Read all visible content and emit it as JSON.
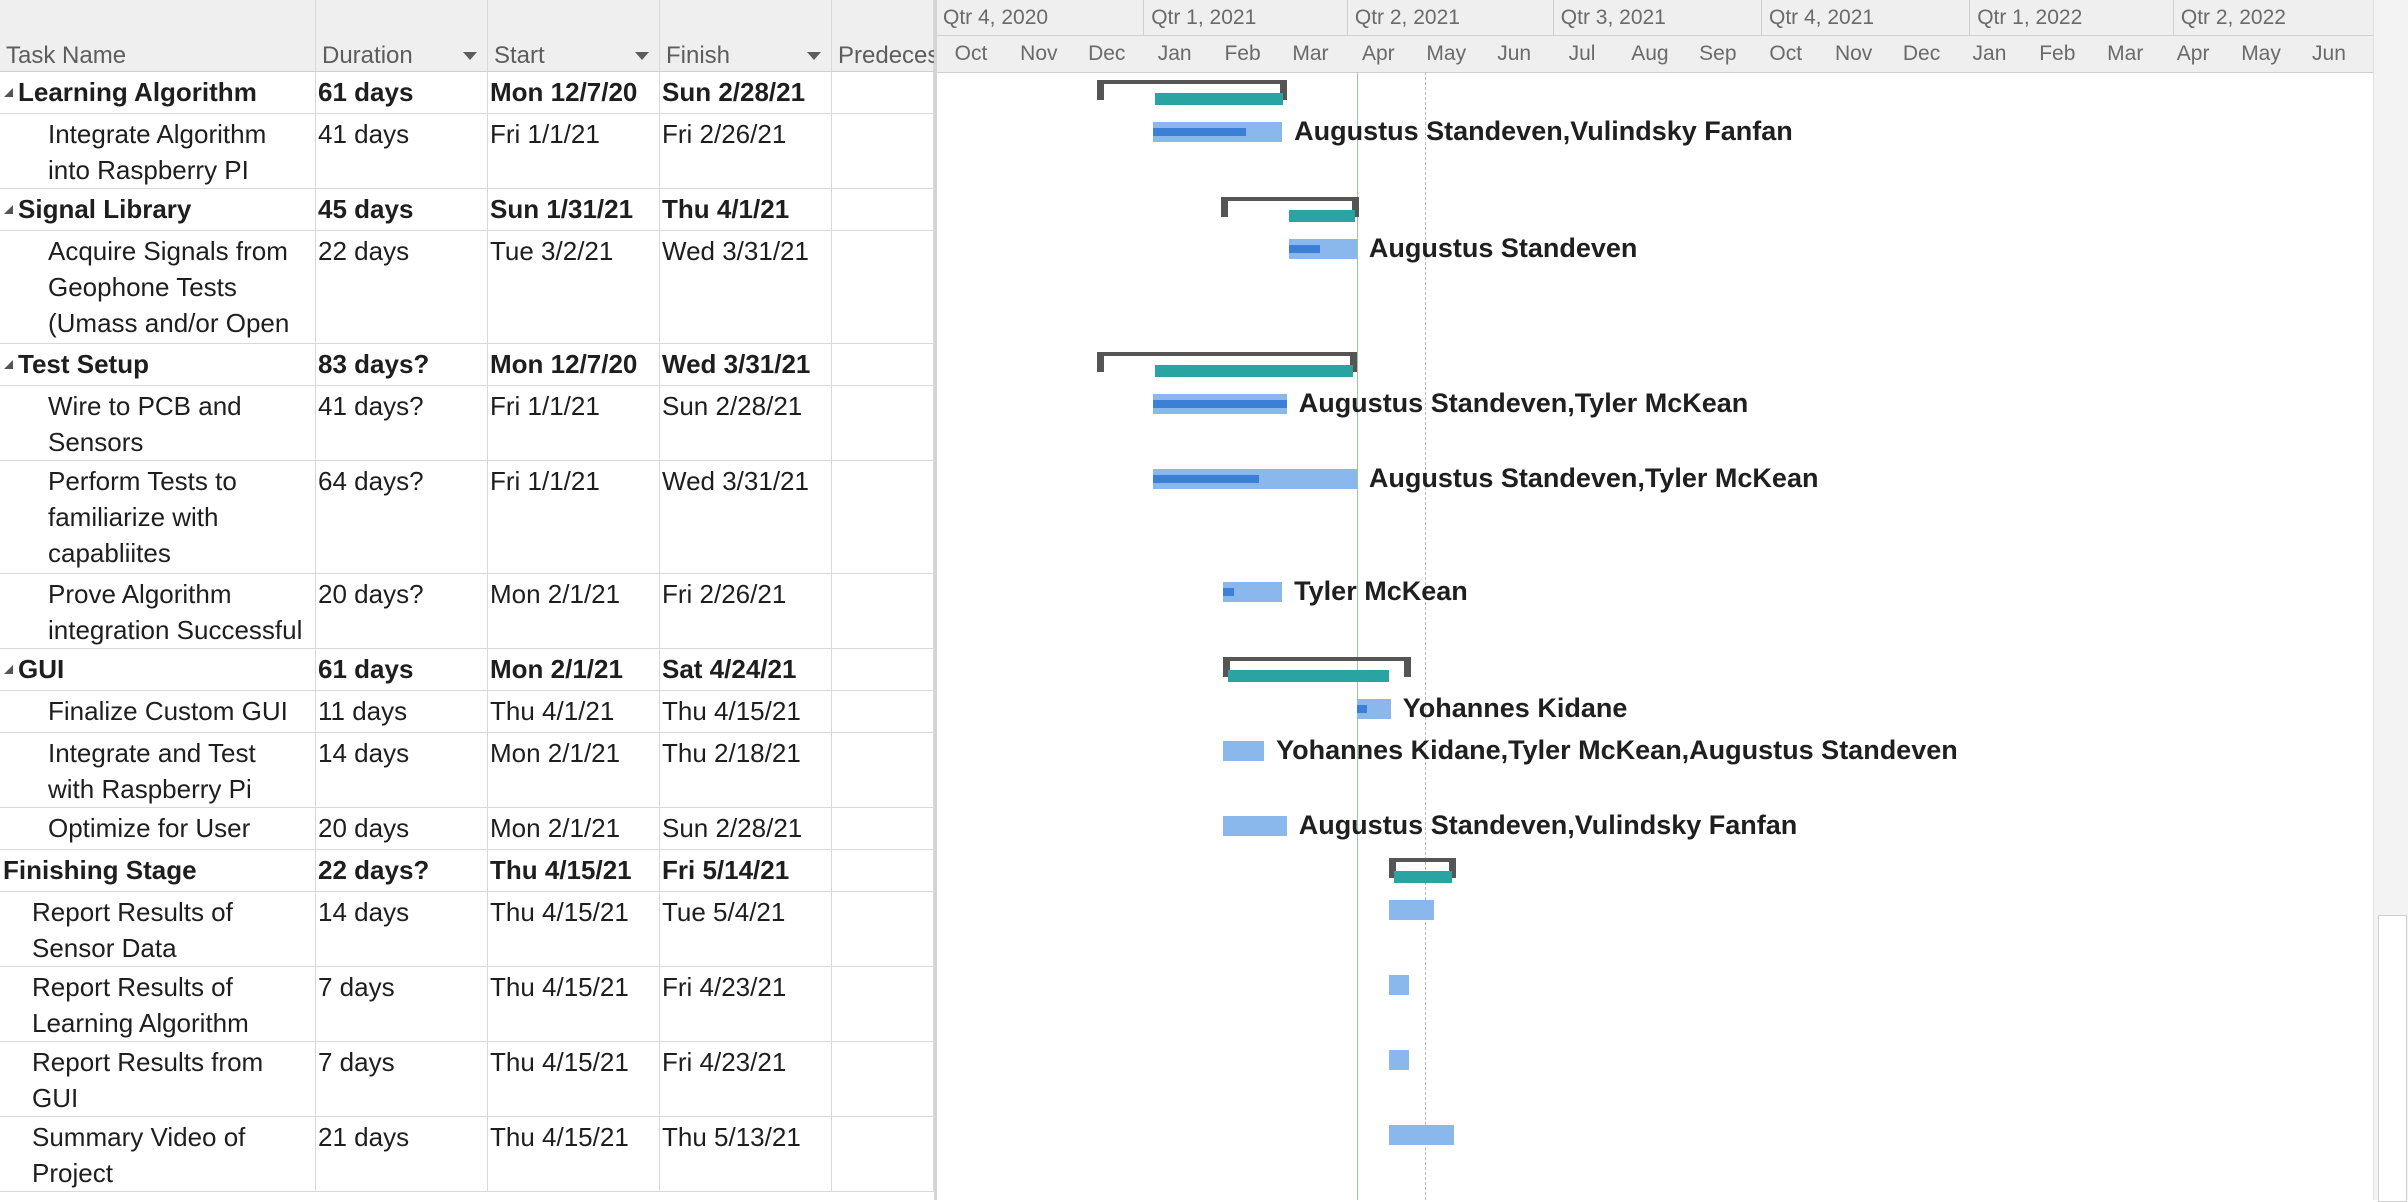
{
  "columns": {
    "task_name": "Task Name",
    "duration": "Duration",
    "start": "Start",
    "finish": "Finish",
    "predecessors": "Predeces"
  },
  "tasks": [
    {
      "name": "Learning Algorithm",
      "duration": "61 days",
      "start": "Mon 12/7/20",
      "finish": "Sun 2/28/21",
      "summary": true,
      "level": 0,
      "start_date": "2020-12-07",
      "finish_date": "2021-02-28"
    },
    {
      "name": "Integrate Algorithm\ninto Raspberry PI",
      "duration": "41 days",
      "start": "Fri 1/1/21",
      "finish": "Fri 2/26/21",
      "summary": false,
      "level": 1,
      "start_date": "2021-01-01",
      "finish_date": "2021-02-26",
      "progress": 0.72,
      "resources": "Augustus Standeven,Vulindsky Fanfan"
    },
    {
      "name": "Signal Library",
      "duration": "45 days",
      "start": "Sun 1/31/21",
      "finish": "Thu 4/1/21",
      "summary": true,
      "level": 0,
      "start_date": "2021-01-31",
      "finish_date": "2021-04-01"
    },
    {
      "name": "Acquire Signals from\nGeophone Tests\n(Umass and/or Open",
      "duration": "22 days",
      "start": "Tue 3/2/21",
      "finish": "Wed 3/31/21",
      "summary": false,
      "level": 1,
      "start_date": "2021-03-02",
      "finish_date": "2021-03-31",
      "progress": 0.45,
      "resources": "Augustus Standeven"
    },
    {
      "name": "Test Setup",
      "duration": "83 days?",
      "start": "Mon 12/7/20",
      "finish": "Wed 3/31/21",
      "summary": true,
      "level": 0,
      "start_date": "2020-12-07",
      "finish_date": "2021-03-31"
    },
    {
      "name": "Wire to PCB and\nSensors",
      "duration": "41 days?",
      "start": "Fri 1/1/21",
      "finish": "Sun 2/28/21",
      "summary": false,
      "level": 1,
      "start_date": "2021-01-01",
      "finish_date": "2021-02-28",
      "progress": 1.0,
      "resources": "Augustus Standeven,Tyler McKean"
    },
    {
      "name": "Perform Tests to\nfamiliarize with\ncapabliites",
      "duration": "64 days?",
      "start": "Fri 1/1/21",
      "finish": "Wed 3/31/21",
      "summary": false,
      "level": 1,
      "start_date": "2021-01-01",
      "finish_date": "2021-03-31",
      "progress": 0.52,
      "resources": "Augustus Standeven,Tyler McKean"
    },
    {
      "name": "Prove Algorithm\nintegration Successful",
      "duration": "20 days?",
      "start": "Mon 2/1/21",
      "finish": "Fri 2/26/21",
      "summary": false,
      "level": 1,
      "start_date": "2021-02-01",
      "finish_date": "2021-02-26",
      "progress": 0.18,
      "resources": "Tyler McKean"
    },
    {
      "name": "GUI",
      "duration": "61 days",
      "start": "Mon 2/1/21",
      "finish": "Sat 4/24/21",
      "summary": true,
      "level": 0,
      "start_date": "2021-02-01",
      "finish_date": "2021-04-24"
    },
    {
      "name": "Finalize Custom GUI",
      "duration": "11 days",
      "start": "Thu 4/1/21",
      "finish": "Thu 4/15/21",
      "summary": false,
      "level": 1,
      "start_date": "2021-04-01",
      "finish_date": "2021-04-15",
      "progress": 0.3,
      "resources": "Yohannes Kidane"
    },
    {
      "name": "Integrate and Test\nwith Raspberry Pi",
      "duration": "14 days",
      "start": "Mon 2/1/21",
      "finish": "Thu 2/18/21",
      "summary": false,
      "level": 1,
      "start_date": "2021-02-01",
      "finish_date": "2021-02-18",
      "progress": 0,
      "resources": "Yohannes Kidane,Tyler McKean,Augustus Standeven"
    },
    {
      "name": "Optimize for User",
      "duration": "20 days",
      "start": "Mon 2/1/21",
      "finish": "Sun 2/28/21",
      "summary": false,
      "level": 1,
      "start_date": "2021-02-01",
      "finish_date": "2021-02-28",
      "progress": 0,
      "resources": "Augustus Standeven,Vulindsky Fanfan"
    },
    {
      "name": "Finishing Stage",
      "duration": "22 days?",
      "start": "Thu 4/15/21",
      "finish": "Fri 5/14/21",
      "summary": true,
      "level": 0,
      "start_date": "2021-04-15",
      "finish_date": "2021-05-14"
    },
    {
      "name": "Report Results of\nSensor Data",
      "duration": "14 days",
      "start": "Thu 4/15/21",
      "finish": "Tue 5/4/21",
      "summary": false,
      "level": 1,
      "start_date": "2021-04-15",
      "finish_date": "2021-05-04",
      "progress": 0,
      "resources": ""
    },
    {
      "name": "Report Results of\nLearning Algorithm",
      "duration": "7 days",
      "start": "Thu 4/15/21",
      "finish": "Fri 4/23/21",
      "summary": false,
      "level": 1,
      "start_date": "2021-04-15",
      "finish_date": "2021-04-23",
      "progress": 0,
      "resources": ""
    },
    {
      "name": "Report Results from\nGUI",
      "duration": "7 days",
      "start": "Thu 4/15/21",
      "finish": "Fri 4/23/21",
      "summary": false,
      "level": 1,
      "start_date": "2021-04-15",
      "finish_date": "2021-04-23",
      "progress": 0,
      "resources": ""
    },
    {
      "name": "Summary Video of\nProject",
      "duration": "21 days",
      "start": "Thu 4/15/21",
      "finish": "Thu 5/13/21",
      "summary": false,
      "level": 1,
      "start_date": "2021-04-15",
      "finish_date": "2021-05-13",
      "progress": 0,
      "resources": ""
    }
  ],
  "timeline": {
    "quarters": [
      "Qtr 4, 2020",
      "Qtr 1, 2021",
      "Qtr 2, 2021",
      "Qtr 3, 2021",
      "Qtr 4, 2021",
      "Qtr 1, 2022",
      "Qtr 2, 2022"
    ],
    "months": [
      "Oct",
      "Nov",
      "Dec",
      "Jan",
      "Feb",
      "Mar",
      "Apr",
      "May",
      "Jun",
      "Jul",
      "Aug",
      "Sep",
      "Oct",
      "Nov",
      "Dec",
      "Jan",
      "Feb",
      "Mar",
      "Apr",
      "May",
      "Jun"
    ],
    "status_date": "2021-04-01",
    "today_date": "2021-05-01"
  },
  "colors": {
    "task_bar": "#8ab8ed",
    "task_progress": "#3c7fd6",
    "summary_fill": "#2aa3a3",
    "summary_bracket": "#555555",
    "status_line": "#9cc79c",
    "today_line": "#bdbdbd"
  }
}
